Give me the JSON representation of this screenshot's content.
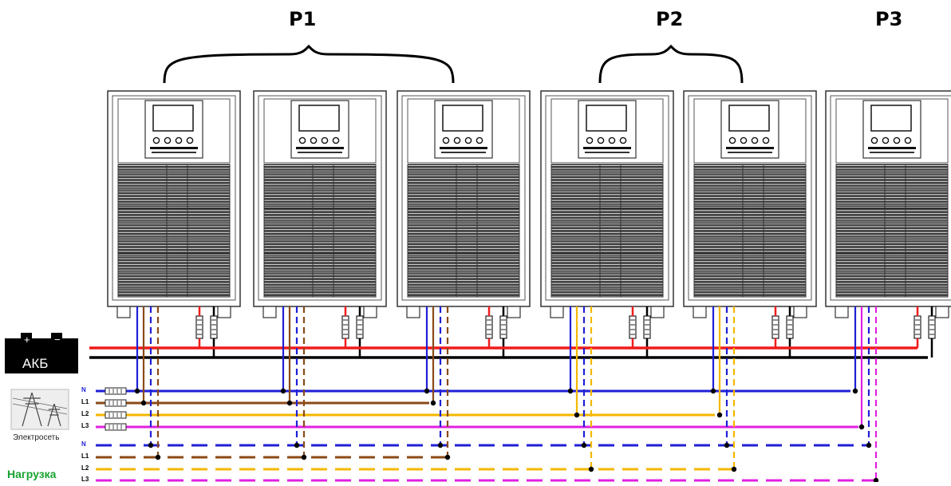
{
  "groups": [
    {
      "label": "P1"
    },
    {
      "label": "P2"
    },
    {
      "label": "P3"
    }
  ],
  "battery": {
    "label": "АКБ",
    "plus": "+",
    "minus": "−"
  },
  "grid_caption": "Электросеть",
  "load_caption": "Нагрузка",
  "input_lines": [
    {
      "label": "N",
      "color": "#1f1fd6"
    },
    {
      "label": "L1",
      "color": "#8b4a17"
    },
    {
      "label": "L2",
      "color": "#f5b700"
    },
    {
      "label": "L3",
      "color": "#e020e0"
    }
  ],
  "output_lines": [
    {
      "label": "N",
      "color": "#1f1fd6"
    },
    {
      "label": "L1",
      "color": "#8b4a17"
    },
    {
      "label": "L2",
      "color": "#f5b700"
    },
    {
      "label": "L3",
      "color": "#e020e0"
    }
  ],
  "colors": {
    "battery_positive": "#f01c1c",
    "battery_negative": "#000000",
    "load_caption": "#17a330"
  }
}
